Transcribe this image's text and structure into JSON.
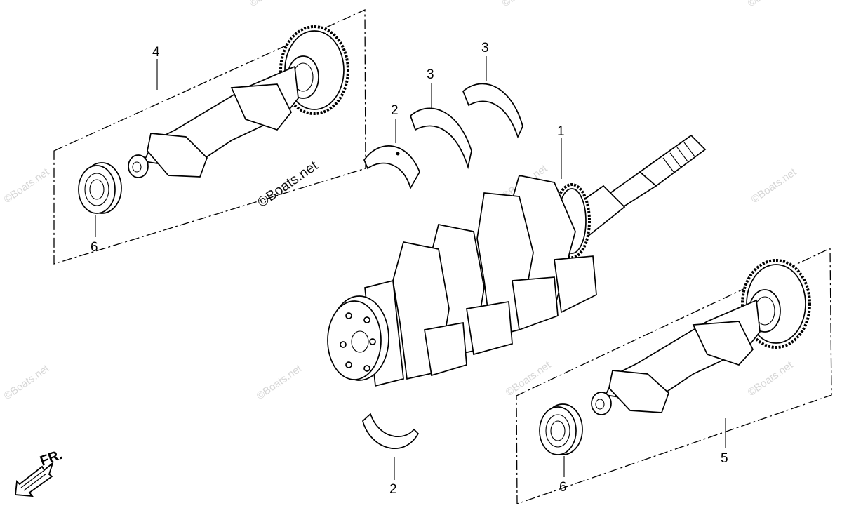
{
  "callouts": {
    "crankshaft": "1",
    "bearing_upper": "2",
    "bearing_lower": "2",
    "thrust_washer_left": "3",
    "thrust_washer_right": "3",
    "balancer_upper": "4",
    "balancer_lower": "5",
    "ball_bearing_upper": "6",
    "ball_bearing_lower": "6"
  },
  "front_indicator": "FR.",
  "watermark": "©Boats.net",
  "icons": {
    "front_arrow": "arrow-down-left-icon"
  }
}
